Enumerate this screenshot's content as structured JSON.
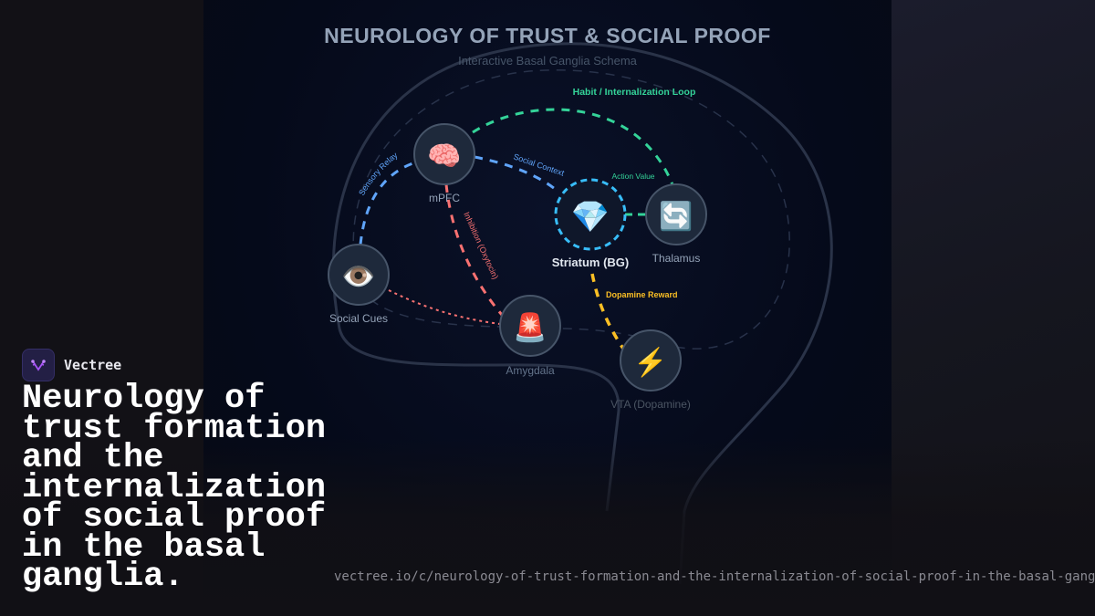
{
  "diagram": {
    "title": "NEUROLOGY OF TRUST & SOCIAL PROOF",
    "subtitle": "Interactive Basal Ganglia Schema",
    "nodes": [
      {
        "id": "mpfc",
        "label": "mPFC",
        "icon": "🧠",
        "icon_name": "brain-icon"
      },
      {
        "id": "social_cues",
        "label": "Social Cues",
        "icon": "👁️",
        "icon_name": "eye-icon"
      },
      {
        "id": "striatum",
        "label": "Striatum (BG)",
        "icon": "💎",
        "icon_name": "gem-icon"
      },
      {
        "id": "thalamus",
        "label": "Thalamus",
        "icon": "🔄",
        "icon_name": "cycle-arrows-icon"
      },
      {
        "id": "amygdala",
        "label": "Amygdala",
        "icon": "🚨",
        "icon_name": "siren-icon"
      },
      {
        "id": "vta",
        "label": "VTA (Dopamine)",
        "icon": "⚡",
        "icon_name": "lightning-icon"
      }
    ],
    "edges": {
      "habit_loop": "Habit / Internalization Loop",
      "sensory_relay": "Sensory Relay",
      "social_context": "Social Context",
      "action_value": "Action Value",
      "inhibition": "Inhibition (Oxytocin)",
      "dopamine_reward": "Dopamine Reward"
    },
    "colors": {
      "habit": "#34d399",
      "blue": "#60a5fa",
      "red": "#f87171",
      "yellow": "#fbbf24",
      "striatum": "#38bdf8"
    }
  },
  "brand": {
    "name": "Vectree"
  },
  "headline": "Neurology of trust formation and the internalization of social proof in the basal ganglia.",
  "url": "vectree.io/c/neurology-of-trust-formation-and-the-internalization-of-social-proof-in-the-basal-ganglia"
}
